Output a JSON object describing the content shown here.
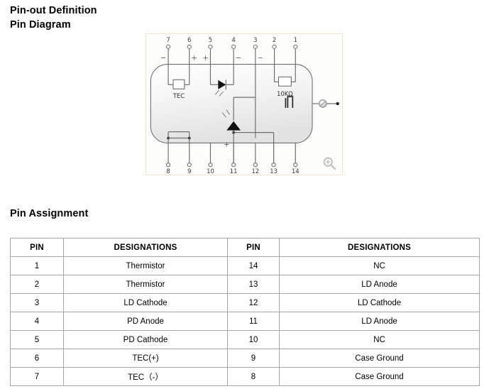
{
  "headings": {
    "pinout_definition": "Pin-out Definition",
    "pin_diagram": "Pin Diagram",
    "pin_assignment": "Pin Assignment"
  },
  "diagram": {
    "top_pin_labels": [
      "7",
      "6",
      "5",
      "4",
      "3",
      "2",
      "1"
    ],
    "bottom_pin_labels": [
      "8",
      "9",
      "10",
      "11",
      "12",
      "13",
      "14"
    ],
    "top_polarity_marks": [
      "−",
      "+",
      "+",
      "−",
      "−"
    ],
    "bottom_polarity_marks": [
      "+"
    ],
    "component_labels": {
      "tec": "TEC",
      "thermistor": "10KΩ",
      "monitor_pd": "",
      "laser_diode": ""
    },
    "magnifier_icon": "zoom-in-icon",
    "output_icon": "fiber-output-icon"
  },
  "table": {
    "headers": [
      "PIN",
      "DESIGNATIONS",
      "PIN",
      "DESIGNATIONS"
    ],
    "rows": [
      {
        "pin_left": "1",
        "des_left": "Thermistor",
        "pin_right": "14",
        "des_right": "NC"
      },
      {
        "pin_left": "2",
        "des_left": "Thermistor",
        "pin_right": "13",
        "des_right": "LD Anode"
      },
      {
        "pin_left": "3",
        "des_left": "LD Cathode",
        "pin_right": "12",
        "des_right": "LD Cathode"
      },
      {
        "pin_left": "4",
        "des_left": "PD Anode",
        "pin_right": "11",
        "des_right": "LD Anode"
      },
      {
        "pin_left": "5",
        "des_left": "PD Cathode",
        "pin_right": "10",
        "des_right": "NC"
      },
      {
        "pin_left": "6",
        "des_left": "TEC(+)",
        "pin_right": "9",
        "des_right": "Case Ground"
      },
      {
        "pin_left": "7",
        "des_left": "TEC（-）",
        "pin_right": "8",
        "des_right": "Case Ground"
      }
    ]
  },
  "colors": {
    "text": "#000000",
    "table_border": "#a6a6a6",
    "figure_border": "#f0e5cf",
    "figure_background": "#fdfdfb",
    "wire": "#6f6f6f",
    "package_fill": "#f2f2f2"
  }
}
